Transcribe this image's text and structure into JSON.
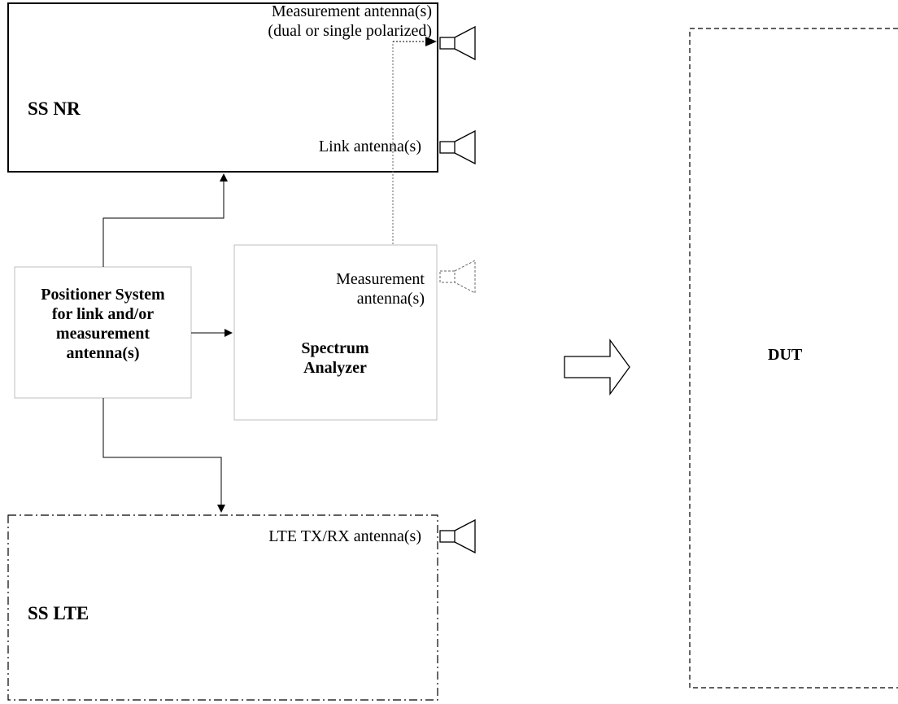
{
  "ss_nr": {
    "title": "SS NR",
    "meas_antenna_line1": "Measurement antenna(s)",
    "meas_antenna_line2": "(dual or single polarized)",
    "link_antenna": "Link antenna(s)"
  },
  "positioner": {
    "line1": "Positioner System",
    "line2": "for link and/or",
    "line3": "measurement",
    "line4": "antenna(s)"
  },
  "spectrum_analyzer": {
    "meas_line1": "Measurement",
    "meas_line2": "antenna(s)",
    "title_line1": "Spectrum",
    "title_line2": "Analyzer"
  },
  "ss_lte": {
    "title": "SS LTE",
    "antenna_label": "LTE TX/RX antenna(s)"
  },
  "dut": {
    "title": "DUT"
  }
}
